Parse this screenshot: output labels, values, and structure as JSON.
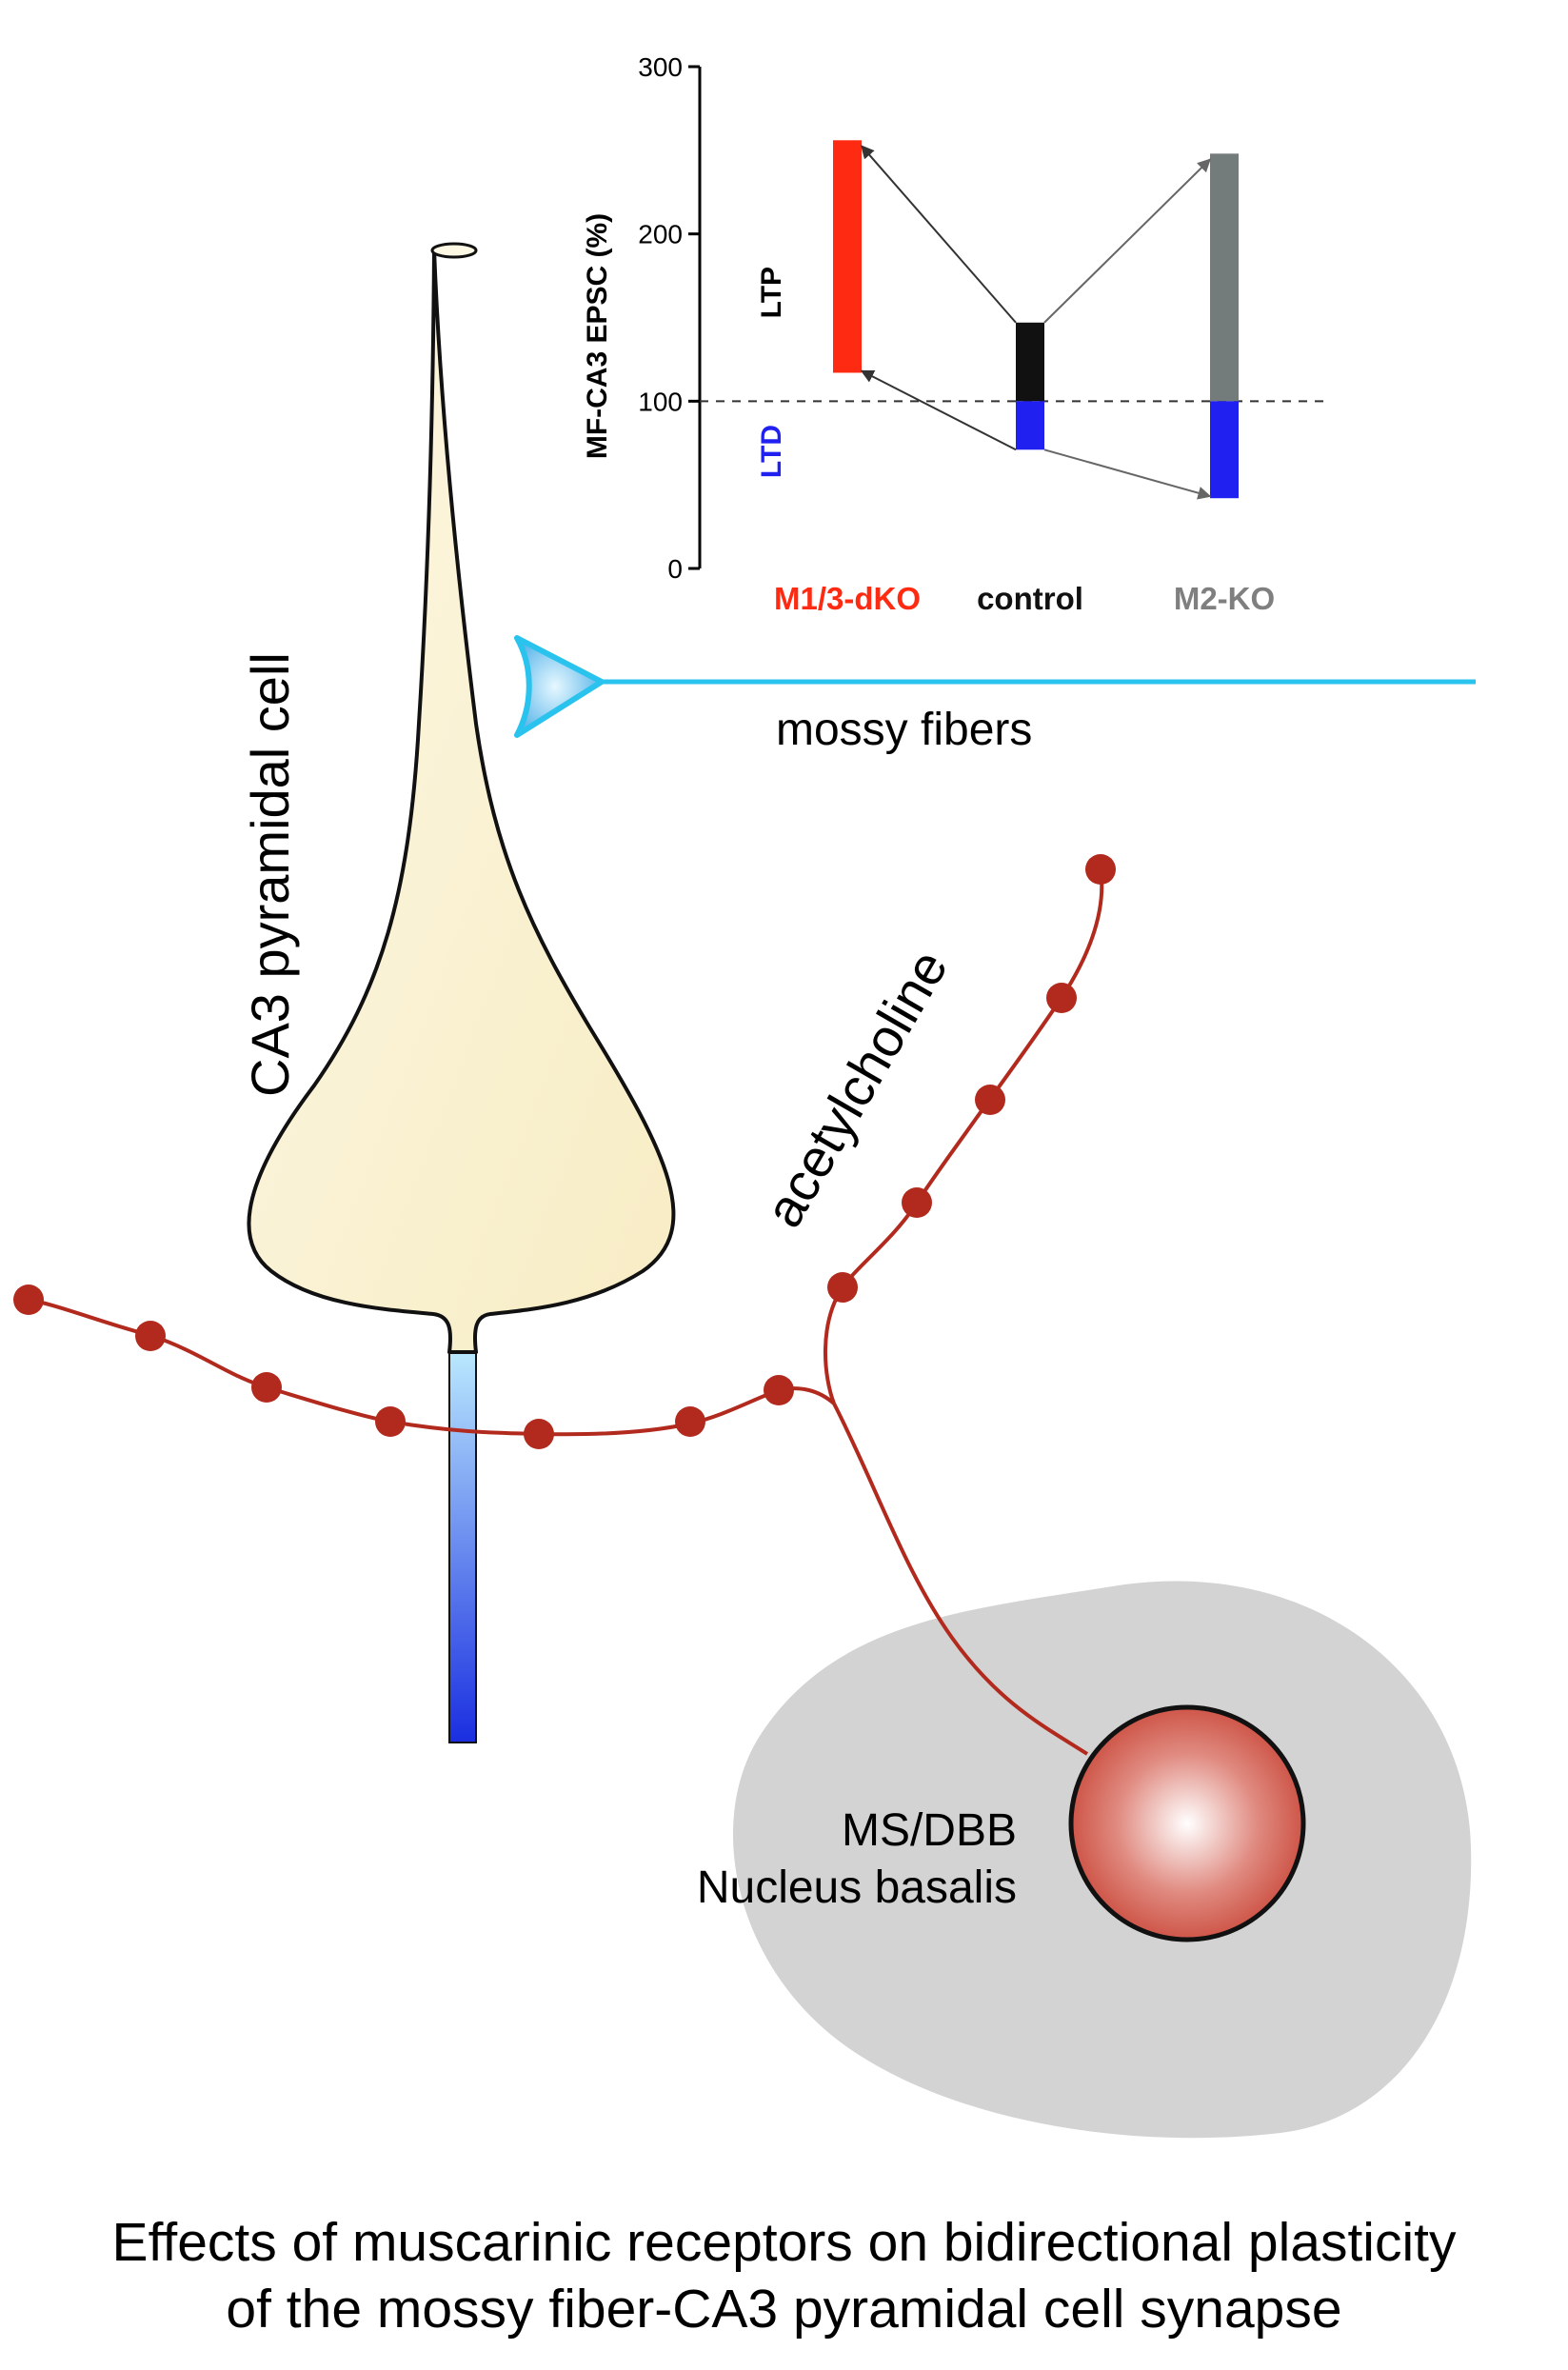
{
  "diagram": {
    "cell_label": "CA3 pyramidal cell",
    "mossy_label": "mossy fibers",
    "ach_label": "acetylcholine",
    "nucleus_line1": "MS/DBB",
    "nucleus_line2": "Nucleus basalis",
    "caption_line1": "Effects of muscarinic receptors on bidirectional plasticity",
    "caption_line2": "of the mossy fiber-CA3 pyramidal cell synapse"
  },
  "colors": {
    "cell_fill": "#fbf4d9",
    "mossy": "#29c3ee",
    "axon": "#b22a1e",
    "nucleus_region": "#d3d3d3",
    "dendrite_top": "#bfefff",
    "dendrite_bottom": "#1a2ee0"
  },
  "chart_data": {
    "type": "bar",
    "ylabel": "MF-CA3 EPSC (%)",
    "ylim": [
      0,
      300
    ],
    "yticks": [
      0,
      100,
      200,
      300
    ],
    "baseline": 100,
    "categories": [
      "M1/3-dKO",
      "control",
      "M2-KO"
    ],
    "category_colors": [
      "#ff2a12",
      "#111111",
      "#7f7f7f"
    ],
    "region_labels": {
      "ltp": "LTP",
      "ltd": "LTD"
    },
    "series": [
      {
        "name": "LTP",
        "values": [
          256,
          147,
          248
        ],
        "colors": [
          "#ff2a12",
          "#111111",
          "#737b7b"
        ]
      },
      {
        "name": "LTD",
        "values": [
          117,
          71,
          42
        ],
        "colors": [
          "#ff2a12",
          "#2020f0",
          "#2020f0"
        ]
      }
    ]
  }
}
